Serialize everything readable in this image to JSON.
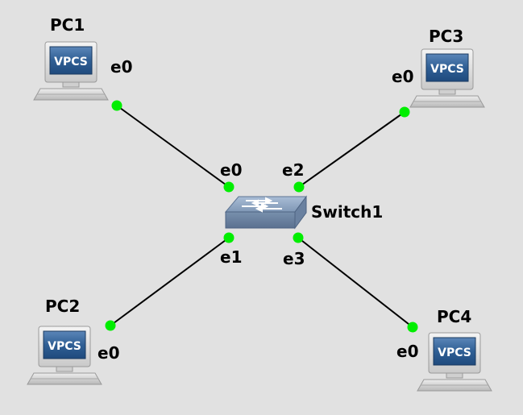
{
  "topology": {
    "switch": {
      "name": "Switch1",
      "ports": [
        "e0",
        "e1",
        "e2",
        "e3"
      ]
    },
    "pcs": [
      {
        "id": "pc1",
        "name": "PC1",
        "icon_text": "VPCS",
        "port": "e0"
      },
      {
        "id": "pc2",
        "name": "PC2",
        "icon_text": "VPCS",
        "port": "e0"
      },
      {
        "id": "pc3",
        "name": "PC3",
        "icon_text": "VPCS",
        "port": "e0"
      },
      {
        "id": "pc4",
        "name": "PC4",
        "icon_text": "VPCS",
        "port": "e0"
      }
    ],
    "links": [
      {
        "from": "PC1",
        "from_port": "e0",
        "to": "Switch1",
        "to_port": "e0"
      },
      {
        "from": "PC2",
        "from_port": "e0",
        "to": "Switch1",
        "to_port": "e1"
      },
      {
        "from": "PC3",
        "from_port": "e0",
        "to": "Switch1",
        "to_port": "e2"
      },
      {
        "from": "PC4",
        "from_port": "e0",
        "to": "Switch1",
        "to_port": "e3"
      }
    ],
    "colors": {
      "background": "#e1e1e1",
      "link": "#000000",
      "port_status_up": "#00ee00",
      "vpcs_screen": "#2f5f95",
      "switch_body": "#8ea4be"
    },
    "icons": {
      "pc": "vpcs-computer-icon",
      "switch": "ethernet-switch-icon"
    }
  }
}
